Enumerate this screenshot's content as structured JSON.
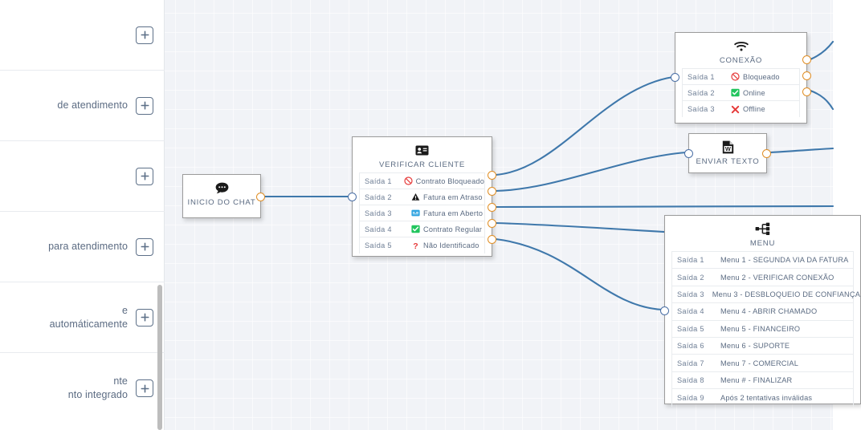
{
  "sidebar": {
    "add_icon": "plus-icon",
    "rows": [
      {
        "text_line1": "",
        "text_line2": ""
      },
      {
        "text_line1": "",
        "text_line2": "de atendimento"
      },
      {
        "text_line1": "",
        "text_line2": ""
      },
      {
        "text_line1": "",
        "text_line2": "para atendimento"
      },
      {
        "text_line1": "e",
        "text_line2": "automáticamente"
      },
      {
        "text_line1": "nte",
        "text_line2": "nto integrado"
      }
    ]
  },
  "canvas": {
    "background_color": "#f1f3f7",
    "grid_color": "#ffffff",
    "edge_color": "#3f78ab",
    "port_in_color": "#4a6fa5",
    "port_out_color": "#e08e24"
  },
  "nodes": {
    "start": {
      "title": "INICIO DO CHAT",
      "icon": "chat-bubble-icon"
    },
    "verify": {
      "title": "VERIFICAR CLIENTE",
      "icon": "id-card-icon",
      "rows": [
        {
          "key": "Saída 1",
          "value": "Contrato Bloqueado",
          "icon": "prohibited-icon"
        },
        {
          "key": "Saída 2",
          "value": "Fatura em Atraso",
          "icon": "warning-triangle-icon"
        },
        {
          "key": "Saída 3",
          "value": "Fatura em Aberto",
          "icon": "blue-card-icon"
        },
        {
          "key": "Saída 4",
          "value": "Contrato Regular",
          "icon": "green-check-icon"
        },
        {
          "key": "Saída 5",
          "value": "Não Identificado",
          "icon": "question-mark-icon"
        }
      ]
    },
    "conexao": {
      "title": "CONEXÃO",
      "icon": "wifi-icon",
      "rows": [
        {
          "key": "Saída 1",
          "value": "Bloqueado",
          "icon": "prohibited-icon"
        },
        {
          "key": "Saída 2",
          "value": "Online",
          "icon": "green-check-icon"
        },
        {
          "key": "Saída 3",
          "value": "Offline",
          "icon": "red-x-icon"
        }
      ]
    },
    "enviar_texto": {
      "title": "ENVIAR TEXTO",
      "icon": "word-document-icon"
    },
    "menu": {
      "title": "MENU",
      "icon": "sitemap-icon",
      "rows": [
        {
          "key": "Saída 1",
          "value": "Menu 1 - SEGUNDA VIA DA FATURA"
        },
        {
          "key": "Saída 2",
          "value": "Menu 2 - VERIFICAR CONEXÃO"
        },
        {
          "key": "Saída 3",
          "value": "Menu 3 - DESBLOQUEIO DE CONFIANÇA"
        },
        {
          "key": "Saída 4",
          "value": "Menu 4 - ABRIR CHAMADO"
        },
        {
          "key": "Saída 5",
          "value": "Menu 5 - FINANCEIRO"
        },
        {
          "key": "Saída 6",
          "value": "Menu 6 - SUPORTE"
        },
        {
          "key": "Saída 7",
          "value": "Menu 7 - COMERCIAL"
        },
        {
          "key": "Saída 8",
          "value": "Menu # - FINALIZAR"
        },
        {
          "key": "Saída 9",
          "value": "Após 2 tentativas inválidas"
        }
      ]
    }
  }
}
